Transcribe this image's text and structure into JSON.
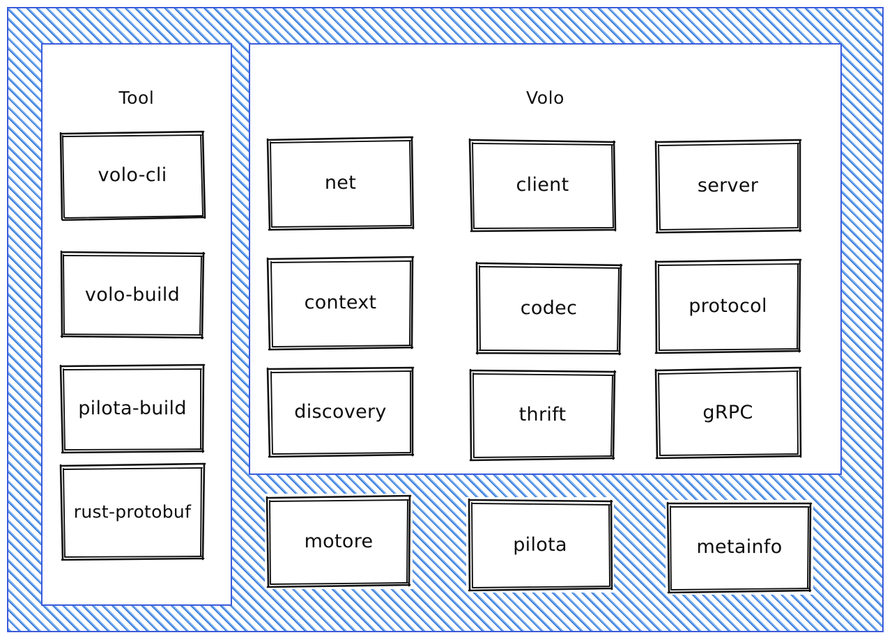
{
  "diagram": {
    "title_tool": "Tool",
    "title_volo": "Volo",
    "style": {
      "hatch_color": "#3b7ddd",
      "hatch_color_light": "#7fb2ee",
      "panel_border": "#3b5bdb",
      "box_stroke": "#111111",
      "box_fill": "#ffffff",
      "background": "#ffffff"
    },
    "tool_panel": {
      "label": "Tool",
      "boxes": [
        {
          "label": "volo-cli"
        },
        {
          "label": "volo-build"
        },
        {
          "label": "pilota-build"
        },
        {
          "label": "rust-protobuf"
        }
      ]
    },
    "volo_panel": {
      "label": "Volo",
      "boxes": [
        {
          "label": "net"
        },
        {
          "label": "client"
        },
        {
          "label": "server"
        },
        {
          "label": "context"
        },
        {
          "label": "codec"
        },
        {
          "label": "protocol"
        },
        {
          "label": "discovery"
        },
        {
          "label": "thrift"
        },
        {
          "label": "gRPC"
        }
      ]
    },
    "bottom_boxes": [
      {
        "label": "motore"
      },
      {
        "label": "pilota"
      },
      {
        "label": "metainfo"
      }
    ]
  }
}
